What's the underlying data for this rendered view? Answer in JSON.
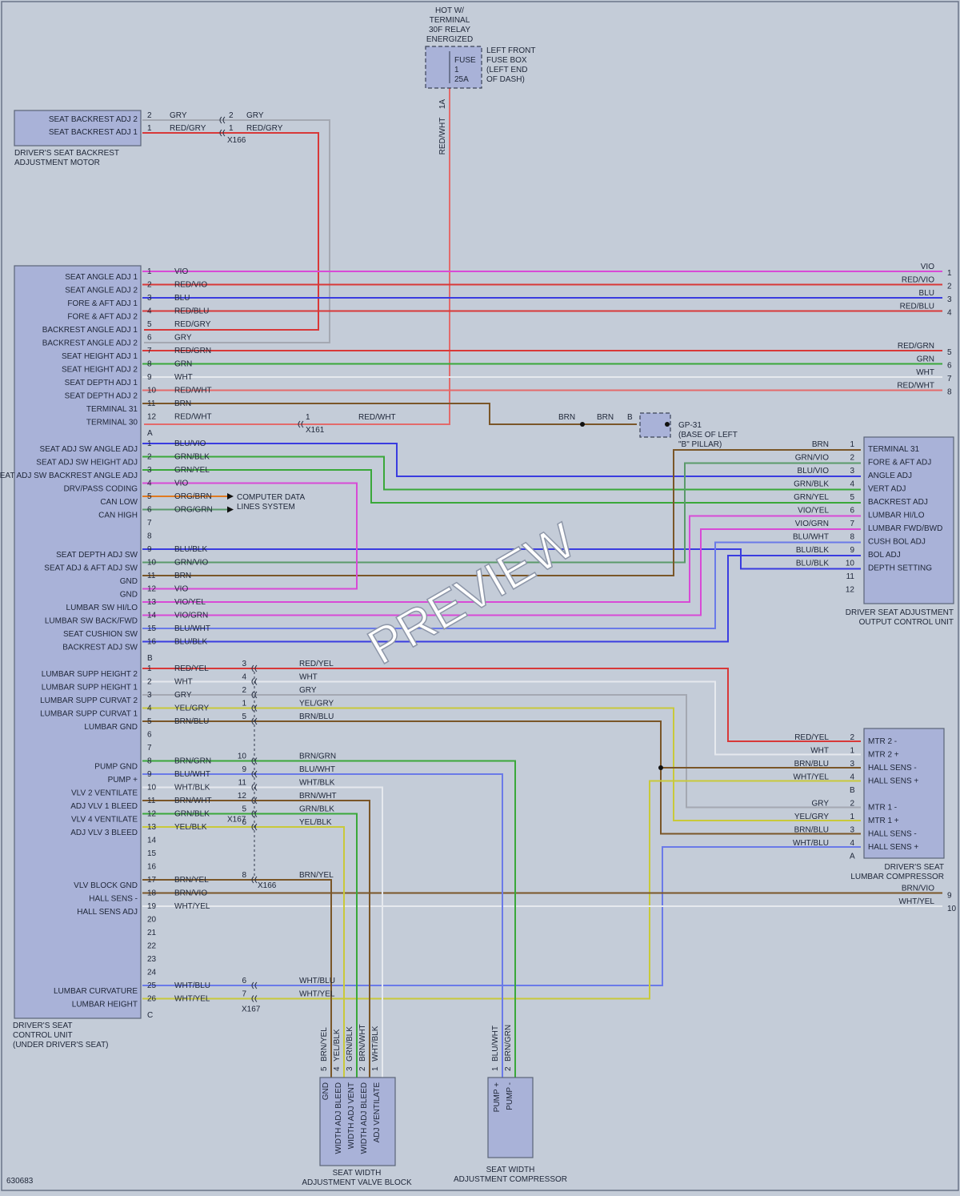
{
  "colors": {
    "VIO": "#d84ad6",
    "RED": "#d83838",
    "BLU": "#3a3ce0",
    "GRY": "#a4a8b2",
    "GRN": "#3aa83a",
    "WHT": "#e6e9ee",
    "BRN": "#7a5628",
    "YEL": "#c9c93a",
    "ORG": "#e07a20",
    "REDWHT": "#e36a6a",
    "GRNVIO": "#5a9a6a",
    "BLUWHT": "#6a7ae8"
  },
  "diagram_id": "630683",
  "watermark": "PREVIEW",
  "fuse": {
    "hot_label": [
      "HOT W/",
      "TERMINAL",
      "30F RELAY",
      "ENERGIZED"
    ],
    "fuse_label": [
      "FUSE",
      "1",
      "25A"
    ],
    "box_label": [
      "LEFT FRONT",
      "FUSE BOX",
      "(LEFT END",
      "OF DASH)"
    ],
    "pin": "1A",
    "wire": "RED/WHT"
  },
  "backrest_motor": {
    "pins": [
      "SEAT BACKREST ADJ 2",
      "SEAT BACKREST ADJ 1"
    ],
    "caption": [
      "DRIVER'S SEAT BACKREST",
      "ADJUSTMENT MOTOR"
    ],
    "wires": [
      {
        "pin": "2",
        "color": "GRY",
        "cpin": "2",
        "ccolor": "GRY"
      },
      {
        "pin": "1",
        "color": "RED/GRY",
        "cpin": "1",
        "ccolor": "RED/GRY"
      }
    ],
    "connector": "X166"
  },
  "control_unit": {
    "caption": [
      "DRIVER'S SEAT",
      "CONTROL UNIT",
      "(UNDER DRIVER'S SEAT)"
    ],
    "connectors": [
      "A",
      "B",
      "C"
    ],
    "labels_a": [
      "SEAT ANGLE ADJ 1",
      "SEAT ANGLE ADJ 2",
      "FORE & AFT ADJ 1",
      "FORE & AFT ADJ 2",
      "BACKREST ANGLE ADJ 1",
      "BACKREST ANGLE ADJ 2",
      "SEAT HEIGHT ADJ 1",
      "SEAT HEIGHT ADJ 2",
      "SEAT DEPTH ADJ 1",
      "SEAT DEPTH ADJ 2",
      "TERMINAL 31",
      "TERMINAL 30"
    ],
    "wires_a": [
      "VIO",
      "RED/VIO",
      "BLU",
      "RED/BLU",
      "RED/GRY",
      "GRY",
      "RED/GRN",
      "GRN",
      "WHT",
      "RED/WHT",
      "BRN",
      "RED/WHT"
    ],
    "labels_b": [
      "SEAT ADJ SW ANGLE ADJ",
      "SEAT ADJ SW HEIGHT ADJ",
      "SEAT ADJ SW BACKREST ANGLE ADJ",
      "DRV/PASS CODING",
      "CAN LOW",
      "CAN HIGH",
      "",
      "",
      "SEAT DEPTH ADJ SW",
      "SEAT ADJ & AFT ADJ SW",
      "GND",
      "GND",
      "LUMBAR SW HI/LO",
      "LUMBAR SW BACK/FWD",
      "SEAT CUSHION SW",
      "BACKREST ADJ SW"
    ],
    "wires_b": [
      "BLU/VIO",
      "GRN/BLK",
      "GRN/YEL",
      "VIO",
      "ORG/BRN",
      "ORG/GRN",
      "",
      "",
      "BLU/BLK",
      "GRN/VIO",
      "BRN",
      "VIO",
      "VIO/YEL",
      "VIO/GRN",
      "BLU/WHT",
      "BLU/BLK"
    ],
    "labels_c": [
      "LUMBAR SUPP HEIGHT 2",
      "LUMBAR SUPP HEIGHT 1",
      "LUMBAR SUPP CURVAT 2",
      "LUMBAR SUPP CURVAT 1",
      "LUMBAR GND",
      "",
      "",
      "PUMP GND",
      "PUMP +",
      "VLV 2 VENTILATE",
      "ADJ VLV 1 BLEED",
      "VLV 4 VENTILATE",
      "ADJ VLV 3 BLEED",
      "",
      "",
      "",
      "VLV BLOCK GND",
      "HALL SENS -",
      "HALL SENS ADJ",
      "",
      "",
      "",
      "",
      "",
      "LUMBAR CURVATURE",
      "LUMBAR HEIGHT"
    ],
    "wires_c": [
      "RED/YEL",
      "WHT",
      "GRY",
      "YEL/GRY",
      "BRN/BLU",
      "",
      "",
      "BRN/GRN",
      "BLU/WHT",
      "WHT/BLK",
      "BRN/WHT",
      "GRN/BLK",
      "YEL/BLK",
      "",
      "",
      "",
      "BRN/YEL",
      "BRN/VIO",
      "WHT/YEL",
      "",
      "",
      "",
      "",
      "",
      "WHT/BLU",
      "WHT/YEL"
    ]
  },
  "right_labels": {
    "a": [
      "VIO",
      "RED/VIO",
      "BLU",
      "RED/BLU",
      "RED/GRN",
      "GRN",
      "WHT",
      "RED/WHT"
    ],
    "a_pins": [
      "1",
      "2",
      "3",
      "4",
      "5",
      "6",
      "7",
      "8"
    ],
    "c": [
      "BRN/VIO",
      "WHT/YEL"
    ],
    "c_pins": [
      "9",
      "10"
    ]
  },
  "ground": {
    "wire": "RED/WHT",
    "connector": "X161",
    "cpin": "1",
    "brn1": "BRN",
    "brn2": "BRN",
    "pin": "B",
    "label": [
      "GP-31",
      "(BASE OF LEFT",
      "\"B\" PILLAR)"
    ]
  },
  "can": [
    "COMPUTER DATA",
    "LINES SYSTEM"
  ],
  "output_unit": {
    "caption": [
      "DRIVER SEAT ADJUSTMENT",
      "OUTPUT CONTROL UNIT"
    ],
    "labels": [
      "TERMINAL 31",
      "FORE & AFT ADJ",
      "ANGLE ADJ",
      "VERT ADJ",
      "BACKREST ADJ",
      "LUMBAR HI/LO",
      "LUMBAR FWD/BWD",
      "CUSH BOL ADJ",
      "BOL ADJ",
      "DEPTH SETTING",
      "",
      ""
    ],
    "wires": [
      "BRN",
      "GRN/VIO",
      "BLU/VIO",
      "GRN/BLK",
      "GRN/YEL",
      "VIO/YEL",
      "VIO/GRN",
      "BLU/WHT",
      "BLU/BLK",
      "BLU/BLK",
      "",
      ""
    ],
    "pins": [
      "1",
      "2",
      "3",
      "4",
      "5",
      "6",
      "7",
      "8",
      "9",
      "10",
      "11",
      "12"
    ]
  },
  "compressor": {
    "caption": [
      "DRIVER'S SEAT",
      "LUMBAR COMPRESSOR"
    ],
    "labels_b": [
      "MTR 2 -",
      "MTR 2 +",
      "HALL SENS -",
      "HALL SENS +"
    ],
    "wires_b": [
      "RED/YEL",
      "WHT",
      "BRN/BLU",
      "WHT/YEL"
    ],
    "pins_b": [
      "2",
      "1",
      "3",
      "4"
    ],
    "labels_a": [
      "MTR 1 -",
      "MTR 1 +",
      "HALL SENS -",
      "HALL SENS +"
    ],
    "wires_a": [
      "GRY",
      "YEL/GRY",
      "BRN/BLU",
      "WHT/BLU"
    ],
    "pins_a": [
      "2",
      "1",
      "3",
      "4"
    ],
    "connectors": [
      "B",
      "A"
    ]
  },
  "x167": {
    "pins": [
      "3",
      "4",
      "2",
      "1",
      "5",
      "10",
      "9",
      "11",
      "12",
      "5",
      "6",
      "8",
      "6",
      "7"
    ],
    "wires": [
      "RED/YEL",
      "WHT",
      "GRY",
      "YEL/GRY",
      "BRN/BLU",
      "BRN/GRN",
      "BLU/WHT",
      "WHT/BLK",
      "BRN/WHT",
      "GRN/BLK",
      "YEL/BLK",
      "BRN/YEL",
      "WHT/BLU",
      "WHT/YEL"
    ],
    "labels": [
      "X167",
      "X166",
      "X167"
    ]
  },
  "valve_block": {
    "caption": [
      "SEAT WIDTH",
      "ADJUSTMENT VALVE BLOCK"
    ],
    "labels": [
      "GND",
      "WIDTH ADJ BLEED",
      "WIDTH ADJ VENT",
      "WIDTH ADJ BLEED",
      "ADJ VENTILATE"
    ],
    "pins": [
      "5",
      "4",
      "3",
      "2",
      "1"
    ],
    "wires": [
      "BRN/YEL",
      "YEL/BLK",
      "GRN/BLK",
      "BRN/WHT",
      "WHT/BLK"
    ]
  },
  "seat_compressor": {
    "caption": [
      "SEAT WIDTH",
      "ADJUSTMENT COMPRESSOR"
    ],
    "labels": [
      "PUMP +",
      "PUMP -"
    ],
    "pins": [
      "1",
      "2"
    ],
    "wires": [
      "BLU/WHT",
      "BRN/GRN"
    ]
  }
}
